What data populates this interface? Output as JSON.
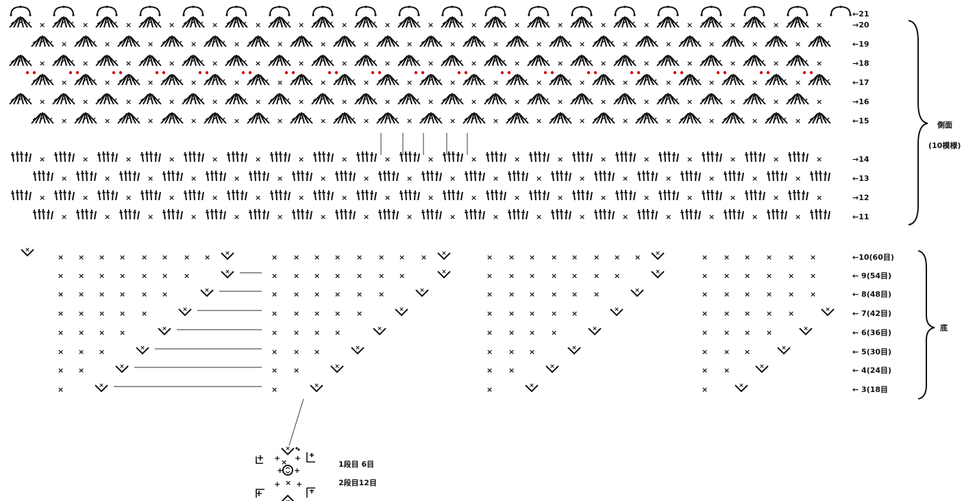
{
  "side_section": {
    "label": "側面",
    "sublabel": "(10模様)",
    "rows": [
      "←21",
      "→20",
      "←19",
      "→18",
      "←17",
      "→16",
      "←15",
      "→14",
      "←13",
      "→12",
      "←11"
    ]
  },
  "bottom_section": {
    "label": "底",
    "rows": [
      "←10(60目)",
      "← 9(54目)",
      "← 8(48目)",
      "← 7(42目)",
      "← 6(36目)",
      "← 5(30目)",
      "← 4(24目)",
      "← 3(18目"
    ]
  },
  "center": {
    "row1": "1段目 6目",
    "row2": "2段目12目"
  },
  "colors": {
    "ink": "#111111",
    "accent_dots": "#cc0000",
    "background": "#ffffff"
  },
  "symbols": {
    "single_crochet": "×",
    "increase": "V-with-x",
    "chain_ring": "circle",
    "fan": "shell-fan"
  }
}
